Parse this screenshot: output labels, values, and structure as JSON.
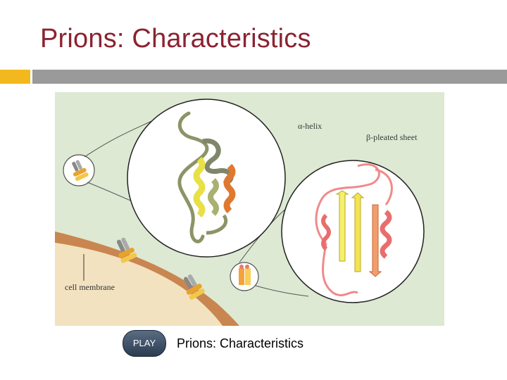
{
  "slide": {
    "title": "Prions: Characteristics",
    "accent_color": "#f3b81d",
    "bar_color": "#9a9a9a",
    "title_color": "#8b2331"
  },
  "figure": {
    "label_alpha_helix": "α-helix",
    "label_beta_sheet": "β-pleated sheet",
    "label_cell_membrane": "cell membrane",
    "background_color": "#dde9d3",
    "membrane_color": "#c98650"
  },
  "media": {
    "play_label": "PLAY",
    "caption": "Prions: Characteristics"
  }
}
